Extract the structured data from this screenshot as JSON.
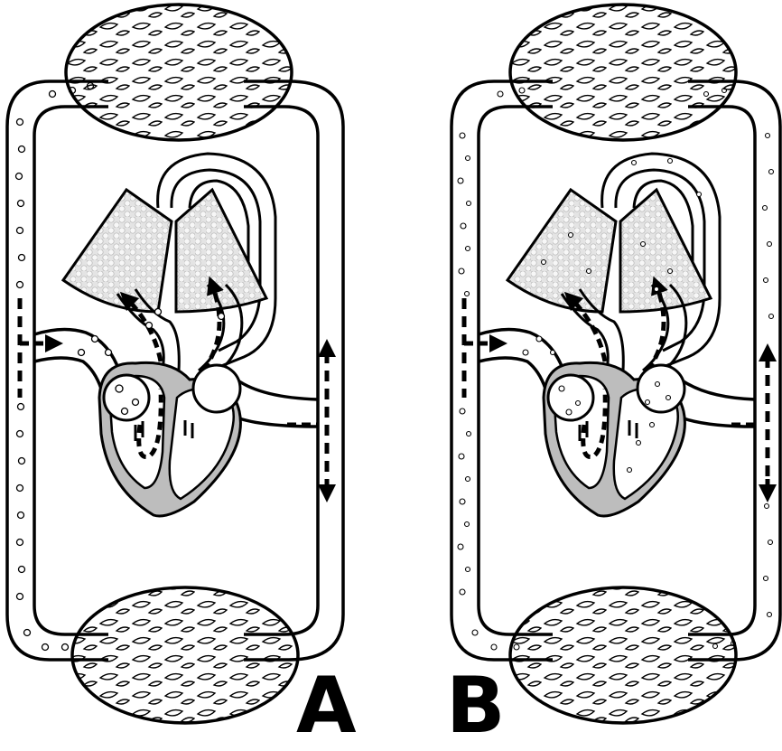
{
  "panels": [
    {
      "label": "A",
      "bubbles": "sparse"
    },
    {
      "label": "B",
      "bubbles": "dense"
    }
  ],
  "colors": {
    "ink": "#000000",
    "heart_shade": "#bdbdbd",
    "lung_fill": "#e4e4e4",
    "background": "#ffffff"
  }
}
